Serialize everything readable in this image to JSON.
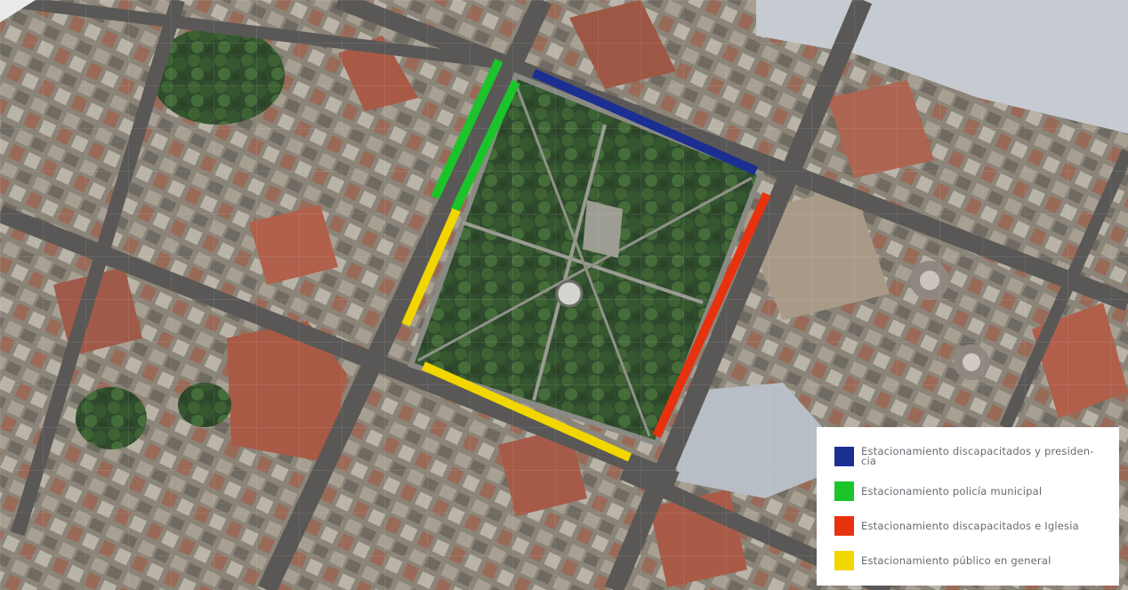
{
  "map": {
    "colors": {
      "blue": "#1b2f93",
      "green": "#1bc42a",
      "red": "#e8320f",
      "yellow": "#f2d600"
    }
  },
  "legend": {
    "items": [
      {
        "label": "Estacionamiento discapacitados y presiden-\ncia",
        "color": "#1b2f93"
      },
      {
        "label": "Estacionamiento policía municipal",
        "color": "#1bc42a"
      },
      {
        "label": "Estacionamiento discapacitados e Iglesia",
        "color": "#e8320f"
      },
      {
        "label": "Estacionamiento público en general",
        "color": "#f2d600"
      }
    ]
  }
}
